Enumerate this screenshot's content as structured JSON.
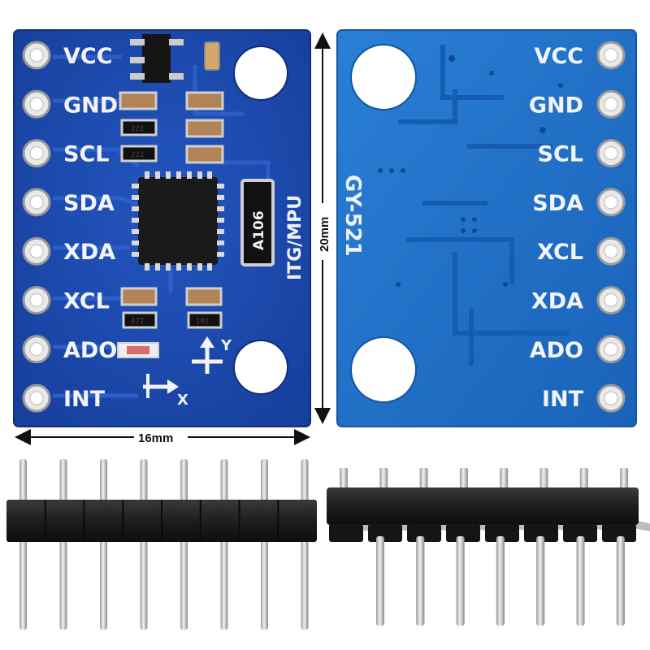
{
  "front": {
    "pins": [
      "VCC",
      "GND",
      "SCL",
      "SDA",
      "XDA",
      "XCL",
      "ADO",
      "INT"
    ],
    "model": "ITG/MPU",
    "resistor_code": "A106",
    "smd_codes": [
      "222",
      "222",
      "472",
      "102"
    ],
    "axis_x": "X",
    "axis_y": "Y"
  },
  "back": {
    "pins": [
      "VCC",
      "GND",
      "SCL",
      "SDA",
      "XCL",
      "XDA",
      "ADO",
      "INT"
    ],
    "model": "GY-521"
  },
  "dimensions": {
    "width": "16mm",
    "height": "20mm"
  },
  "colors": {
    "pcb_front": "#1b49b0",
    "pcb_back": "#1e6fc8",
    "silkscreen": "#f2f4fa",
    "header_plastic": "#1c1c1c",
    "pin_metal": "#c9c9c9"
  },
  "headers": {
    "straight_pin_count": 8,
    "right_angle_pin_count": 8
  }
}
